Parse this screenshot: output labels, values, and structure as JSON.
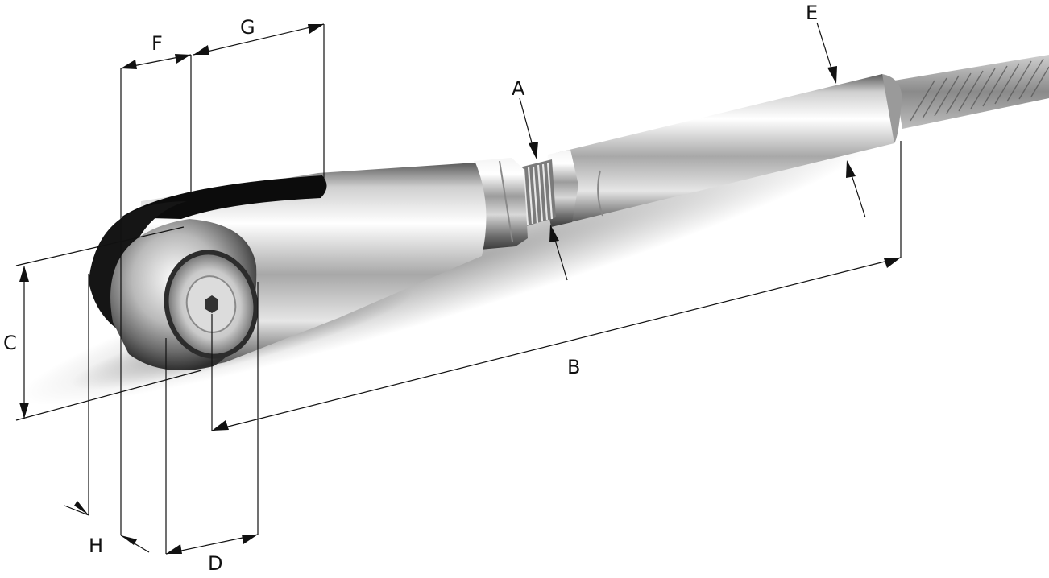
{
  "figure": {
    "labels": {
      "A": "A",
      "B": "B",
      "C": "C",
      "D": "D",
      "E": "E",
      "F": "F",
      "G": "G",
      "H": "H"
    }
  }
}
